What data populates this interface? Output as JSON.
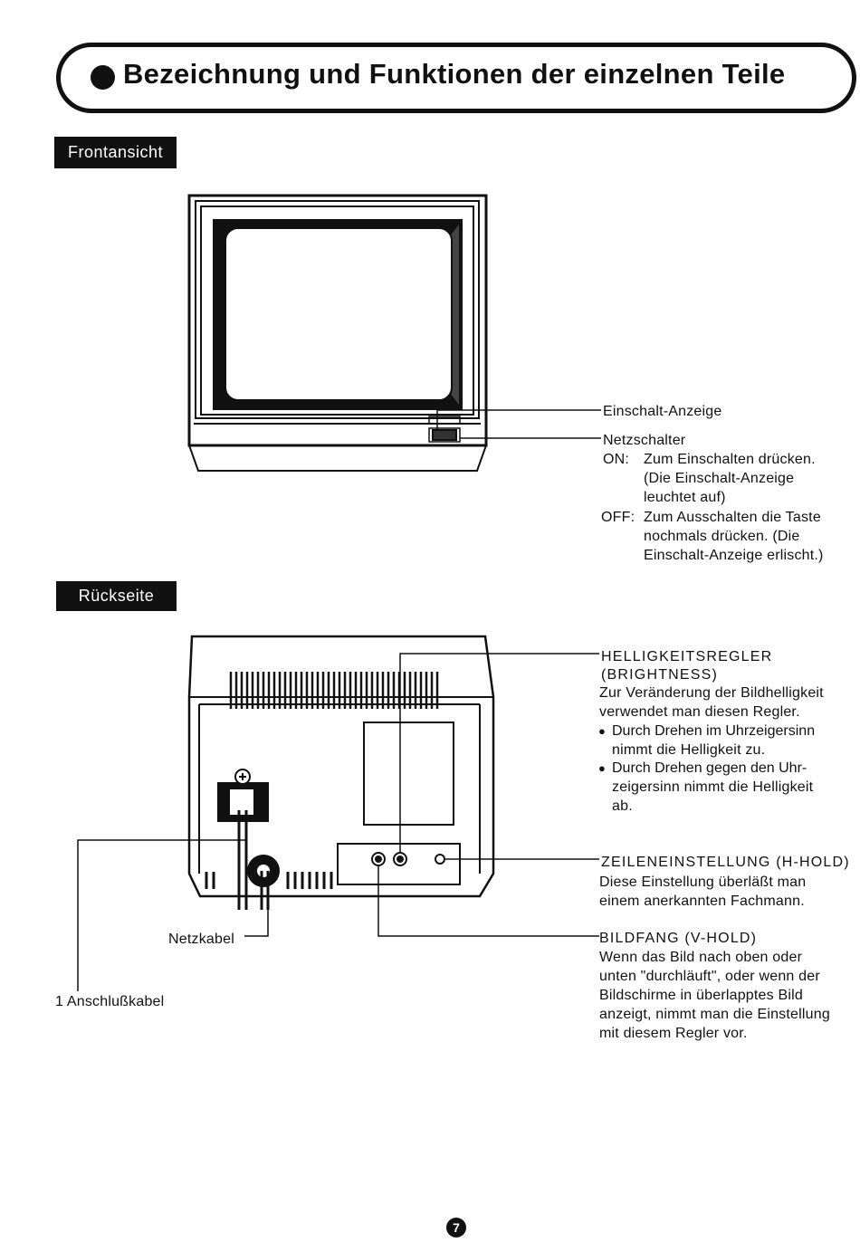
{
  "title": "Bezeichnung und Funktionen der einzelnen Teile",
  "sections": {
    "front": "Frontansicht",
    "back": "Rückseite"
  },
  "front_labels": {
    "power_indicator": "Einschalt-Anzeige",
    "power_switch": "Netzschalter",
    "on_key": "ON:",
    "on_line1": "Zum Einschalten drücken.",
    "on_line2": "(Die Einschalt-Anzeige",
    "on_line3": "leuchtet auf)",
    "off_key": "OFF:",
    "off_line1": "Zum Ausschalten die Taste",
    "off_line2": "nochmals drücken. (Die",
    "off_line3": "Einschalt-Anzeige erlischt.)"
  },
  "brightness": {
    "head1": "HELLIGKEITSREGLER",
    "head2": "(BRIGHTNESS)",
    "line1": "Zur Veränderung der Bildhelligkeit",
    "line2": "verwendet man diesen Regler.",
    "b1_line1": "Durch Drehen im Uhrzeigersinn",
    "b1_line2": "nimmt die Helligkeit zu.",
    "b2_line1": "Durch Drehen gegen den Uhr-",
    "b2_line2": "zeigersinn nimmt die Helligkeit",
    "b2_line3": "ab."
  },
  "hhold": {
    "head": "ZEILENEINSTELLUNG (H-HOLD)",
    "line1": "Diese Einstellung überläßt man",
    "line2": "einem anerkannten Fachmann."
  },
  "vhold": {
    "head": "BILDFANG (V-HOLD)",
    "line1": "Wenn das Bild nach oben oder",
    "line2": "unten \"durchläuft\", oder wenn der",
    "line3": "Bildschirme in überlapptes Bild",
    "line4": "anzeigt, nimmt man die Einstellung",
    "line5": "mit diesem Regler vor."
  },
  "cables": {
    "power_cable": "Netzkabel",
    "connection_cable": "1 Anschlußkabel"
  },
  "page_number": "7"
}
